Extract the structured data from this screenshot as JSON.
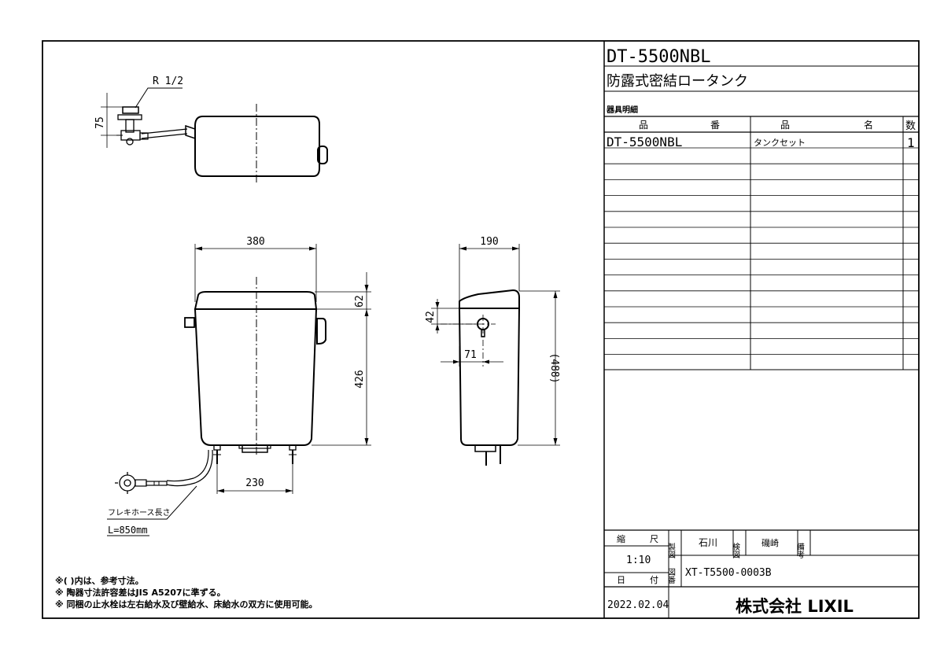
{
  "title_block": {
    "model": "DT-5500NBL",
    "product_name": "防露式密結ロータンク",
    "parts_list_label": "器具明細",
    "headers": {
      "part_no_a": "品",
      "part_no_b": "番",
      "part_name_a": "品",
      "part_name_b": "名",
      "qty": "数"
    },
    "rows": [
      {
        "part_no": "DT-5500NBL",
        "part_name": "タンクセット",
        "qty": "1"
      }
    ],
    "scale_label_a": "縮",
    "scale_label_b": "尺",
    "scale": "1:10",
    "drawn_label": "製図",
    "drawn_by": "石川",
    "checked_label": "検図",
    "checked_by": "磯崎",
    "remarks_label": "備考",
    "drawing_no_label": "図番",
    "drawing_no": "XT-T5500-0003B",
    "date_label_a": "日",
    "date_label_b": "付",
    "date": "2022.02.04",
    "company": "株式会社 LIXIL"
  },
  "dimensions": {
    "pipe_thread": "R 1/2",
    "valve_height": "75",
    "front_width": "380",
    "lid_height": "62",
    "body_height": "426",
    "bolt_spacing": "230",
    "side_depth": "190",
    "inlet_height": "42",
    "inlet_offset": "71",
    "overall_height": "(488)"
  },
  "hose_note": {
    "label": "フレキホース長さ",
    "length": "L=850mm"
  },
  "notes": [
    "※( )内は、参考寸法。",
    "※ 陶器寸法許容差はJIS A5207に準ずる。",
    "※ 同梱の止水栓は左右給水及び壁給水、床給水の双方に使用可能。"
  ]
}
